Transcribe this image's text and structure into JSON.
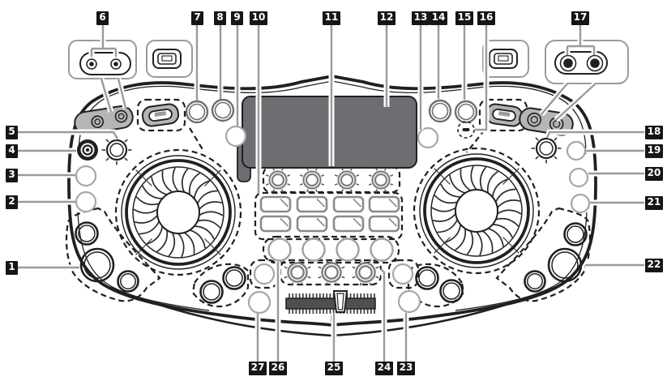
{
  "title": "DJ controller panel parts diagram",
  "palette": {
    "line": "#231f20",
    "callout_line": "#9b9b9b",
    "panel_gray": "#b3b5b7",
    "display_gray": "#6d6e71",
    "label_bg": "#161616",
    "label_fg": "#ffffff"
  },
  "callouts": [
    {
      "number": "1",
      "target": "left-button-cluster"
    },
    {
      "number": "2",
      "target": "left-round-button-lower"
    },
    {
      "number": "3",
      "target": "left-round-button-upper"
    },
    {
      "number": "4",
      "target": "left-push-knob"
    },
    {
      "number": "5",
      "target": "left-rotary-knob"
    },
    {
      "number": "6",
      "target": "left-mic-jacks"
    },
    {
      "number": "7",
      "target": "left-top-button-1"
    },
    {
      "number": "8",
      "target": "left-top-button-2"
    },
    {
      "number": "9",
      "target": "left-display-side-button"
    },
    {
      "number": "10",
      "target": "pad-grid"
    },
    {
      "number": "11",
      "target": "display-knob-row"
    },
    {
      "number": "12",
      "target": "display"
    },
    {
      "number": "13",
      "target": "right-display-side-button"
    },
    {
      "number": "14",
      "target": "right-top-button-1"
    },
    {
      "number": "15",
      "target": "right-top-button-2"
    },
    {
      "number": "16",
      "target": "indicator-lamp"
    },
    {
      "number": "17",
      "target": "right-mic-jacks"
    },
    {
      "number": "18",
      "target": "right-rotary-knob"
    },
    {
      "number": "19",
      "target": "right-round-button-1"
    },
    {
      "number": "20",
      "target": "right-round-button-2"
    },
    {
      "number": "21",
      "target": "right-round-button-3"
    },
    {
      "number": "22",
      "target": "right-button-cluster"
    },
    {
      "number": "23",
      "target": "right-lower-round-button"
    },
    {
      "number": "24",
      "target": "center-knob-row"
    },
    {
      "number": "25",
      "target": "crossfader"
    },
    {
      "number": "26",
      "target": "center-button-row"
    },
    {
      "number": "27",
      "target": "left-lower-round-button"
    }
  ]
}
